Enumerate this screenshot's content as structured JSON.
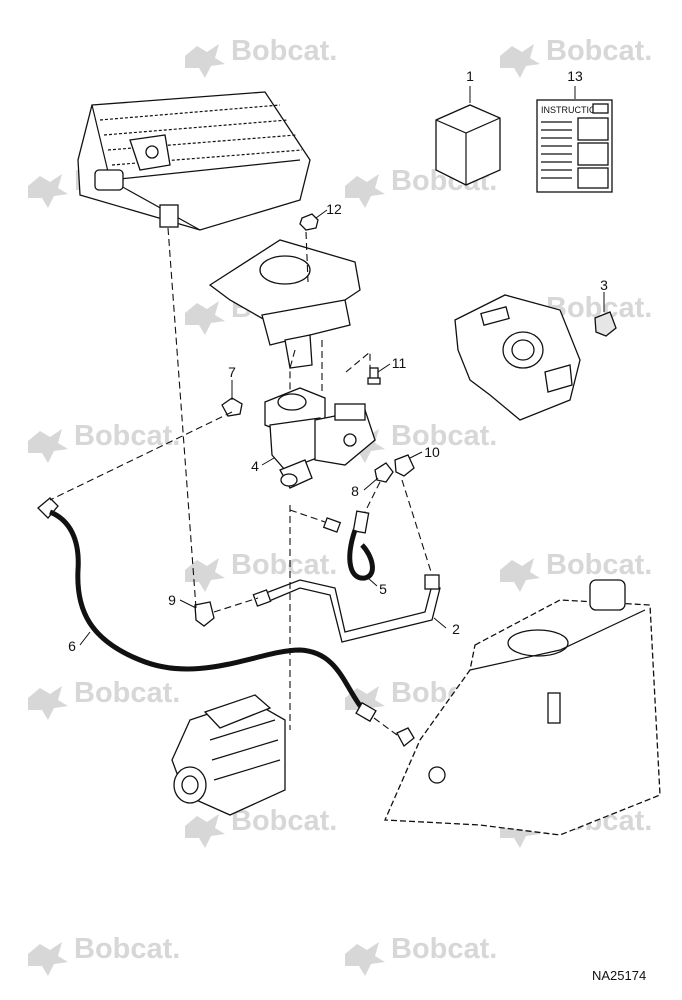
{
  "watermark": {
    "text": "Bobcat.",
    "color": "#d7d7d7"
  },
  "callouts": [
    {
      "id": "1",
      "label": "1"
    },
    {
      "id": "13",
      "label": "13"
    },
    {
      "id": "12",
      "label": "12"
    },
    {
      "id": "3",
      "label": "3"
    },
    {
      "id": "11",
      "label": "11"
    },
    {
      "id": "7",
      "label": "7"
    },
    {
      "id": "10",
      "label": "10"
    },
    {
      "id": "4",
      "label": "4"
    },
    {
      "id": "8",
      "label": "8"
    },
    {
      "id": "5",
      "label": "5"
    },
    {
      "id": "9",
      "label": "9"
    },
    {
      "id": "2",
      "label": "2"
    },
    {
      "id": "6",
      "label": "6"
    }
  ],
  "instructions": {
    "title": "INSTRUCTIONS"
  },
  "drawing_ref": "NA25174"
}
